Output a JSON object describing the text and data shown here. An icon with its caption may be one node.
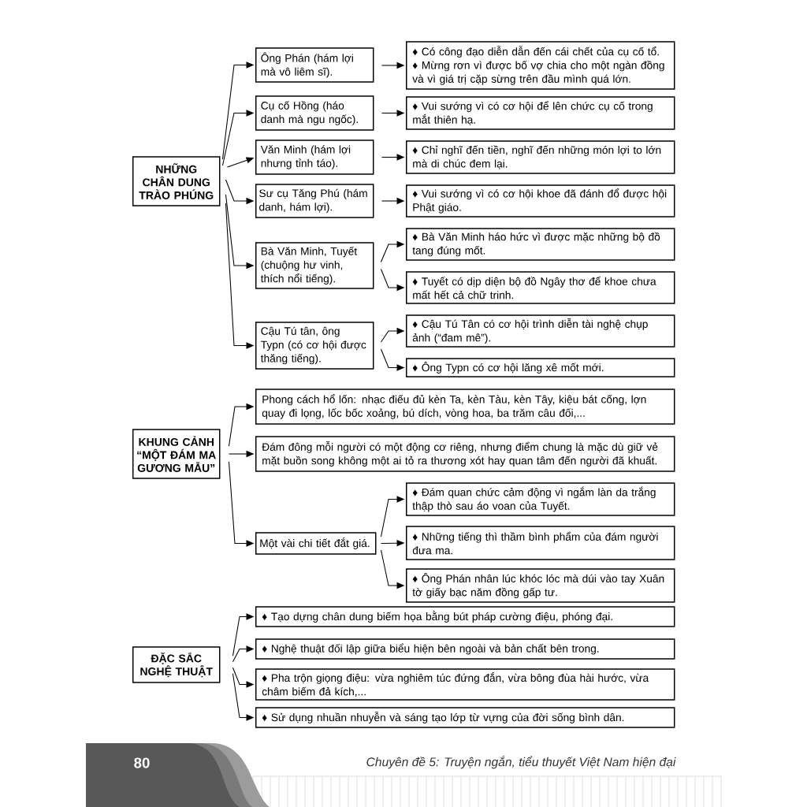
{
  "diagram": {
    "nodes": [
      {
        "text": [
          "NHỮNG CHÂN DUNG TRÀO PHÚNG"
        ]
      },
      {
        "text": [
          "Ông Phán (hám lợi mà vô liêm sĩ)."
        ]
      },
      {
        "text": [
          "♦ Có công đạo diễn dẫn đến cái chết của cụ cố tổ.",
          "♦ Mừng rơn vì được bố vợ chia cho một ngàn đồng và vì giá trị cặp sừng trên đầu mình quá lớn."
        ]
      },
      {
        "text": [
          "Cụ cố Hồng (háo danh mà ngu ngốc)."
        ]
      },
      {
        "text": [
          "♦ Vui sướng vì có cơ hội để lên chức cụ cố trong mắt thiên hạ."
        ]
      },
      {
        "text": [
          "Văn Minh (hám lợi nhưng tỉnh táo)."
        ]
      },
      {
        "text": [
          "♦ Chỉ nghĩ đến tiền, nghĩ đến những món lợi to lớn mà di chúc đem lại."
        ]
      },
      {
        "text": [
          "Sư cụ Tăng Phú (hám danh, hám lợi)."
        ]
      },
      {
        "text": [
          "♦ Vui sướng vì có cơ hội khoe đã đánh đổ được hội Phật giáo."
        ]
      },
      {
        "text": [
          "Bà Văn Minh, Tuyết (chuộng hư vinh, thích nổi tiếng)."
        ]
      },
      {
        "text": [
          "♦ Bà Văn Minh háo hức vì được mặc những bộ đồ tang đúng mốt."
        ]
      },
      {
        "text": [
          "♦ Tuyết có dịp diện bộ đồ Ngây thơ để khoe chưa mất hết cả chữ trinh."
        ]
      },
      {
        "text": [
          "Cậu Tú tân, ông Typn (có cơ hội được thăng tiếng)."
        ]
      },
      {
        "text": [
          "♦ Cậu Tú Tân có cơ hội trình diễn tài nghệ chụp ảnh (“đam mê”)."
        ]
      },
      {
        "text": [
          "♦ Ông Typn có cơ hội lăng xê mốt mới."
        ]
      },
      {
        "text": [
          "KHUNG CẢNH “MỘT ĐÁM MA GƯƠNG MẪU”"
        ]
      },
      {
        "text": [
          "Phong cách hổ lốn: nhạc điếu đủ kèn Ta, kèn Tàu, kèn Tây, kiệu bát cống, lợn quay đi lọng, lốc bốc xoảng, bú dích, vòng hoa, ba trăm câu đối,..."
        ]
      },
      {
        "text": [
          "Đám đông mỗi người có một động cơ riêng, nhưng điểm chung là mặc dù giữ vẻ mặt buồn song không một ai tỏ ra thương xót hay quan tâm đến người đã khuất."
        ]
      },
      {
        "text": [
          "Một vài chi tiết đắt giá."
        ]
      },
      {
        "text": [
          "♦ Đám quan chức cảm động vì ngắm làn da trắng thập thò sau áo voan của Tuyết."
        ]
      },
      {
        "text": [
          "♦ Những tiếng thì thầm bình phẩm của đám người đưa ma."
        ]
      },
      {
        "text": [
          "♦ Ông Phán nhân lúc khóc lóc mà dúi vào tay Xuân tờ giấy bạc năm đồng gấp tư."
        ]
      },
      {
        "text": [
          "ĐẶC SẮC NGHỆ THUẬT"
        ]
      },
      {
        "text": [
          "♦ Tạo dựng chân dung biếm họa bằng bút pháp cường điệu, phóng đại."
        ]
      },
      {
        "text": [
          "♦ Nghệ thuật đối lập giữa biểu hiện bên ngoài và bản chất bên trong."
        ]
      },
      {
        "text": [
          "♦ Pha trộn giọng điệu: vừa nghiêm túc đứng đắn, vừa bông đùa hài hước, vừa châm biếm đả kích,..."
        ]
      },
      {
        "text": [
          "♦ Sử dụng nhuần nhuyễn và sáng tạo lớp từ vựng của đời sống bình dân."
        ]
      }
    ],
    "edges": [
      {
        "from": 0,
        "to": 1,
        "arrow": "to"
      },
      {
        "from": 0,
        "to": 3,
        "arrow": "to"
      },
      {
        "from": 0,
        "to": 5,
        "arrow": "to"
      },
      {
        "from": 0,
        "to": 7,
        "arrow": "to"
      },
      {
        "from": 0,
        "to": 9,
        "arrow": "to"
      },
      {
        "from": 0,
        "to": 12,
        "arrow": "to"
      },
      {
        "from": 1,
        "to": 2,
        "arrow": "to"
      },
      {
        "from": 3,
        "to": 4,
        "arrow": "to"
      },
      {
        "from": 5,
        "to": 6,
        "arrow": "to"
      },
      {
        "from": 7,
        "to": 8,
        "arrow": "to"
      },
      {
        "from": 9,
        "to": 10,
        "arrow": "to"
      },
      {
        "from": 9,
        "to": 11,
        "arrow": "to"
      },
      {
        "from": 12,
        "to": 13,
        "arrow": "to"
      },
      {
        "from": 12,
        "to": 14,
        "arrow": "to"
      },
      {
        "from": 15,
        "to": 16,
        "arrow": "to"
      },
      {
        "from": 15,
        "to": 17,
        "arrow": "to"
      },
      {
        "from": 15,
        "to": 18,
        "arrow": "to"
      },
      {
        "from": 18,
        "to": 19,
        "arrow": "to"
      },
      {
        "from": 18,
        "to": 20,
        "arrow": "to"
      },
      {
        "from": 18,
        "to": 21,
        "arrow": "to"
      },
      {
        "from": 22,
        "to": 23,
        "arrow": "to"
      },
      {
        "from": 22,
        "to": 24,
        "arrow": "to"
      },
      {
        "from": 22,
        "to": 25,
        "arrow": "to"
      },
      {
        "from": 22,
        "to": 26,
        "arrow": "to"
      }
    ],
    "labels": [
      "80",
      "Chuyên đề 5: Truyện ngắn, tiểu thuyết Việt Nam hiện đại"
    ]
  }
}
